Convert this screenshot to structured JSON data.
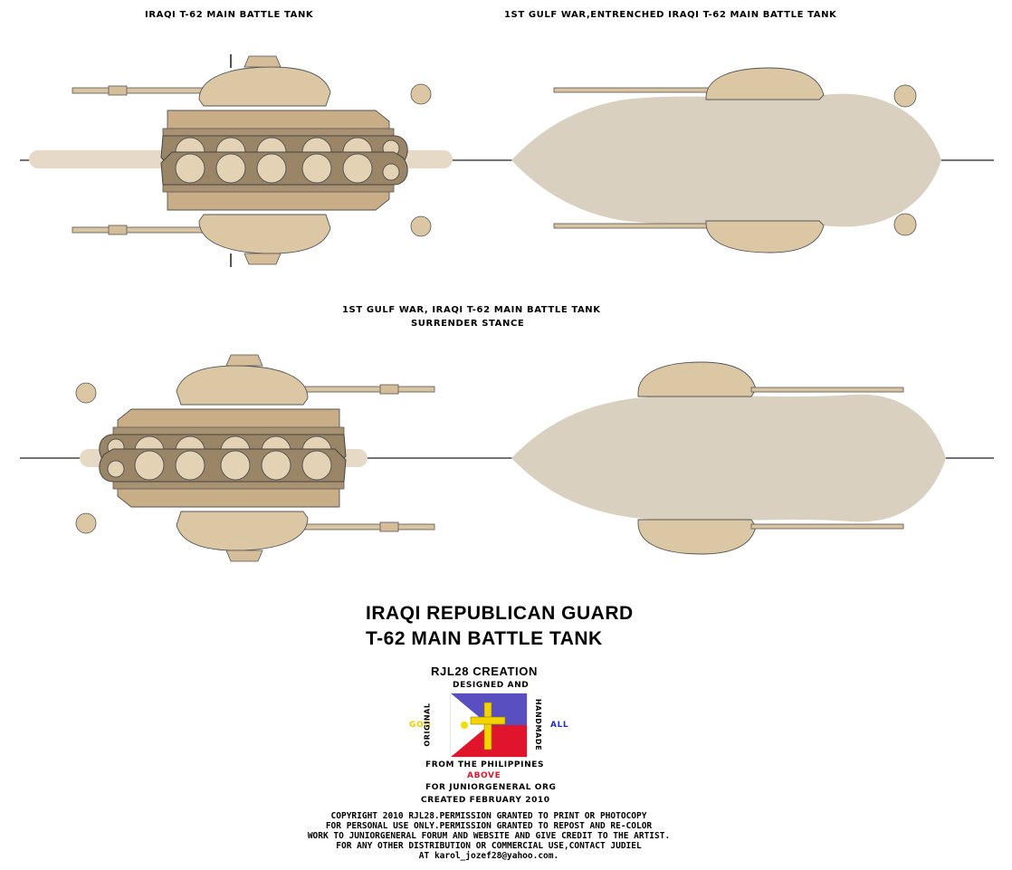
{
  "titles": {
    "top_left": "IRAQI T-62 MAIN BATTLE TANK",
    "top_right": "1ST GULF WAR,ENTRENCHED IRAQI T-62 MAIN BATTLE TANK",
    "middle_line1": "1ST GULF WAR, IRAQI T-62 MAIN BATTLE TANK",
    "middle_line2": "SURRENDER STANCE"
  },
  "heading": {
    "line1": "IRAQI REPUBLICAN GUARD",
    "line2": "T-62 MAIN BATTLE TANK"
  },
  "logo": {
    "creation": "RJL28 CREATION",
    "designed": "DESIGNED AND",
    "left_word": "GOD",
    "right_word": "ALL",
    "vertical_left": "ORIGINAL",
    "vertical_right": "HANDMADE",
    "from": "FROM THE PHILIPPINES",
    "above": "ABOVE",
    "for": "FOR JUNIORGENERAL ORG",
    "created": "CREATED FEBRUARY 2010",
    "colors": {
      "blue": "#5a4fc0",
      "red": "#e0142a",
      "white": "#ffffff",
      "yellow": "#f0e000",
      "cross": "#f2d400"
    }
  },
  "credits": [
    "COPYRIGHT 2010 RJL28.PERMISSION GRANTED TO PRINT OR PHOTOCOPY",
    "FOR PERSONAL USE ONLY.PERMISSION GRANTED TO REPOST AND RE-COLOR",
    "WORK TO JUNIORGENERAL FORUM AND WEBSITE AND GIVE CREDIT TO THE ARTIST.",
    "FOR ANY OTHER DISTRIBUTION OR COMMERCIAL USE,CONTACT JUDIEL",
    "AT karol_jozef28@yahoo.com."
  ],
  "colors": {
    "tan_light": "#dcc7a5",
    "tan_mid": "#c8ad86",
    "track_dark": "#9a8566",
    "hull_dark": "#a89272",
    "sand": "#d9d0c0",
    "base_strip": "#e6dac6"
  }
}
